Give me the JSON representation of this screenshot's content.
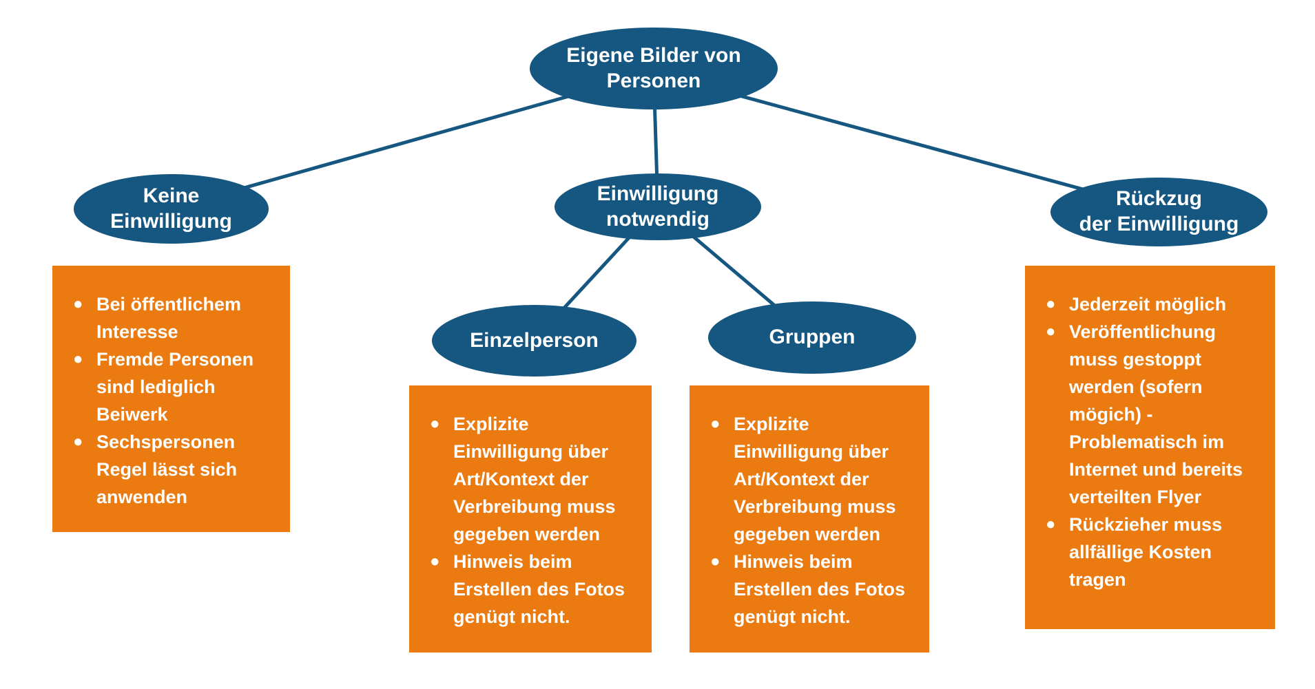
{
  "diagram": {
    "title": "Eigene Bilder von Personen",
    "colors": {
      "node_blue": "#155780",
      "box_orange": "#EB7A10",
      "text_white": "#FFFFFF",
      "background": "#FFFFFF"
    },
    "nodes": {
      "root": {
        "label": "Eigene Bilder von\nPersonen"
      },
      "keine": {
        "label": "Keine\nEinwilligung"
      },
      "notwendig": {
        "label": "Einwilligung\nnotwendig"
      },
      "einzelperson": {
        "label": "Einzelperson"
      },
      "gruppen": {
        "label": "Gruppen"
      },
      "rueckzug": {
        "label": "Rückzug\nder Einwilligung"
      }
    },
    "boxes": {
      "keine": {
        "items": [
          "Bei öffentlichem Interesse",
          "Fremde Personen sind lediglich Beiwerk",
          "Sechspersonen Regel lässt sich anwenden"
        ]
      },
      "einzelperson": {
        "items": [
          "Explizite Einwilligung über Art/Kontext der Verbreibung muss gegeben werden",
          "Hinweis beim Erstellen des Fotos genügt nicht."
        ]
      },
      "gruppen": {
        "items": [
          "Explizite Einwilligung über Art/Kontext der Verbreibung muss gegeben werden",
          "Hinweis beim Erstellen des Fotos genügt nicht."
        ]
      },
      "rueckzug": {
        "items": [
          "Jederzeit möglich",
          "Veröffentlichung muss gestoppt werden (sofern mögich) - Problematisch im Internet und bereits verteilten Flyer",
          "Rückzieher muss allfällige Kosten tragen"
        ]
      }
    },
    "bullet_glyph": "●"
  }
}
